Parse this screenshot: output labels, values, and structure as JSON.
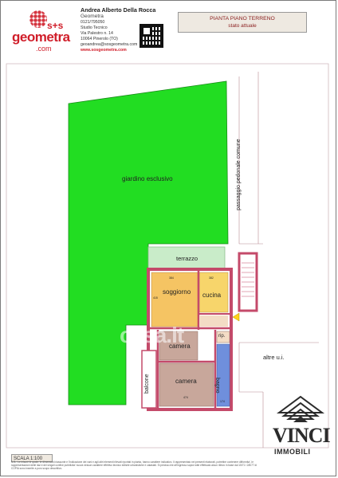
{
  "header": {
    "logo": {
      "brand": "s+s",
      "name": "geometra",
      "domain": ".com"
    },
    "contact": {
      "name": "Andrea Alberto Della Rocca",
      "role": "Geometra",
      "phone": "0121/795050",
      "office": "Studio Tecnico",
      "street": "Via Palestro n. 14",
      "city": "10064 Pinerolo (TO)",
      "email": "geoandrea@sosgeometra.com",
      "website": "www.sosgeometra.com"
    },
    "title": "PIANTA PIANO TERRENO",
    "subtitle": "stato attuale"
  },
  "plan": {
    "garden_label": "giardino esclusivo",
    "walkway_label": "passaggio pedonale comune",
    "terrace_label": "terrazzo",
    "living_label": "soggiorno",
    "kitchen_label": "cucina",
    "bedroom1_label": "camera",
    "bedroom2_label": "camera",
    "bath_label": "bagno",
    "storage_label": "rip.",
    "balcony_label": "balcone",
    "other_units_label": "altre u.i.",
    "dim_living_width": "384",
    "dim_kitchen_width": "382",
    "dim_living_height": "415",
    "dim_bedroom2_width": "474",
    "dim_bath_width": "174"
  },
  "watermark": "casa.it",
  "scale": "SCALA 1:100",
  "note": "N.B.: Le misure le quote, le dimensioni riassunte e l'indicazione dei vani e agli altri elementi rilevati riportati in pianta, hanno carattere indicativo. Il rappresentato nei presenti elaborati, potrebbe contenere difformita', le rappresentazioni delle lasi e dei singoli confine pubblicita' nuova nessun carattere effettivo tecnico edilizie urbanistiche e catastali. Si precisa che all'ingresso sopra tutte effettuato alcun rilievo in base dal 15/71 i 2/8/77 di COPIA sono inserite a puro scopo descrittivo.",
  "agency": {
    "name": "VINCI",
    "tagline": "IMMOBILI"
  },
  "colors": {
    "garden": "#22dd22",
    "wall": "#c44a6a",
    "living": "#f5c463",
    "kitchen": "#f7d56b",
    "bedroom": "#c8a79b",
    "bath": "#6f8fdc",
    "terrace": "#c9ecc9",
    "brand_red": "#d01e2a"
  }
}
